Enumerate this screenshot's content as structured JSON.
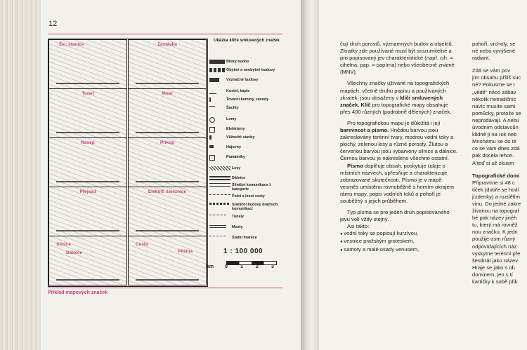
{
  "page_number": "12",
  "caption": "Příklad mapových značek",
  "map_cells": [
    {
      "label": "Žel. stanice"
    },
    {
      "label": "Zastávka"
    },
    {
      "label": "Tunel"
    },
    {
      "label": "Most"
    },
    {
      "label": "Násep"
    },
    {
      "label": "Příkop"
    },
    {
      "label": "Přejezd"
    },
    {
      "label": "Elektrif. železnice"
    },
    {
      "label": "Silnice",
      "label2": "Dálnice"
    },
    {
      "label": "Cesta",
      "label2": "Pěšina"
    }
  ],
  "legend": {
    "title": "Ukázka klíče smluvených značek",
    "items": [
      "Bloky budov",
      "Obytné a neobytné budovy",
      "Význačné budovy",
      "Kostel, kaple",
      "Tovární komíny, závody",
      "Šachty",
      "Lomy",
      "Elektrárny",
      "Věžovité stavby",
      "Hájovny",
      "Památníky",
      "Lesy",
      "Dálnice",
      "Silniční komunikace I. kategorie",
      "Polní a lesní cesty",
      "Staniční budovy drážních komunikací",
      "Tunely",
      "Mosty",
      "Státní hranice"
    ]
  },
  "scale": {
    "ratio": "1 : 100 000",
    "unit": "km",
    "ticks": [
      "0",
      "1",
      "2",
      "3"
    ]
  },
  "right_col1": {
    "p1": "čují druh porostů, významných budov a objektů. Zkratky zde používané musí být srozumitelné a pro popisovaný jev charakteristické (např. cih. = cihelna, pap. = papírna) nebo všeobecně známé (MNV).",
    "p2a": "Všechny značky užívané na topografických mapách, včetně druhu popisu a používaných zkratek, jsou obsaženy v ",
    "p2k": "klíči smluvených značek. Klíč",
    "p2b": " pro topografické mapy obsahuje přes 400 různých (podrobně dělených) značek.",
    "p3a": "Pro topografickou mapu je důležitá i její ",
    "p3k": "barevnost a písmo.",
    "p3b": " Hnědou barvou jsou zakreslovány terénní tvary, modrou vodní toky a plochy, zelenou lesy a různé porosty. Žlutou a červenou barvou jsou vybarveny silnice a dálnice. Černou barvou je nakresleno všechno ostatní.",
    "p4k": "Písmo",
    "p4b": " doplňuje obsah, poskytuje údaje o místních názvech, upřesňuje a charakterizuje zobrazované skutečnosti. Písmo je v mapě vesměs umístěno rovnoběžně s horním okrajem rámu mapy, popis vodních toků a pohoří je souběžný s jejich průběhem.",
    "p5": "Typ písma se pro jeden druh popisovaného jevu volí vždy stejný.",
    "p6": "Asi takto:",
    "bullets": [
      "vodní toky se popisují kurzívou,",
      "vesnice pražským groteskem,",
      "samoty a malé osady venusem,"
    ]
  },
  "right_col2": {
    "lines1": [
      "pohoří, vrcholy, se",
      "né nebo vyvýšené",
      "radiant."
    ],
    "lines2": [
      "Zdá se vám pov",
      "jím obsahu příliš suc",
      "né? Pokusme se t",
      "„vědě“ něco zábav",
      "několik netradičnic",
      "navíc musíte sami",
      "pomůcky, protože se",
      "neprodávají. A nebu",
      "úvodním odstavcůn",
      "klidně ji na rok neb",
      "Mnohému se do té",
      "co se vám dnes zdá",
      "pak docela lehce.",
      "A teď si už zkusm"
    ],
    "heading": "Topografické domi",
    "lines3": [
      "Připravíme si 48 c",
      "tiček (dobře se hodí",
      "jízdenky) a rozdělím",
      "vinu. Do jedné zakre",
      "živanou na topograf",
      "hé pak název jinéh",
      "tu, který má rovněž",
      "nou značku. K jedn",
      "použije osm různý",
      "odpovídajících náz",
      "vyskytne terénní pře",
      "šestkrát jako název",
      ""
    ],
    "lines4": [
      "Hraje se jako s ob",
      "dominem, jen s tí",
      "kartičky k sobě přik"
    ]
  }
}
